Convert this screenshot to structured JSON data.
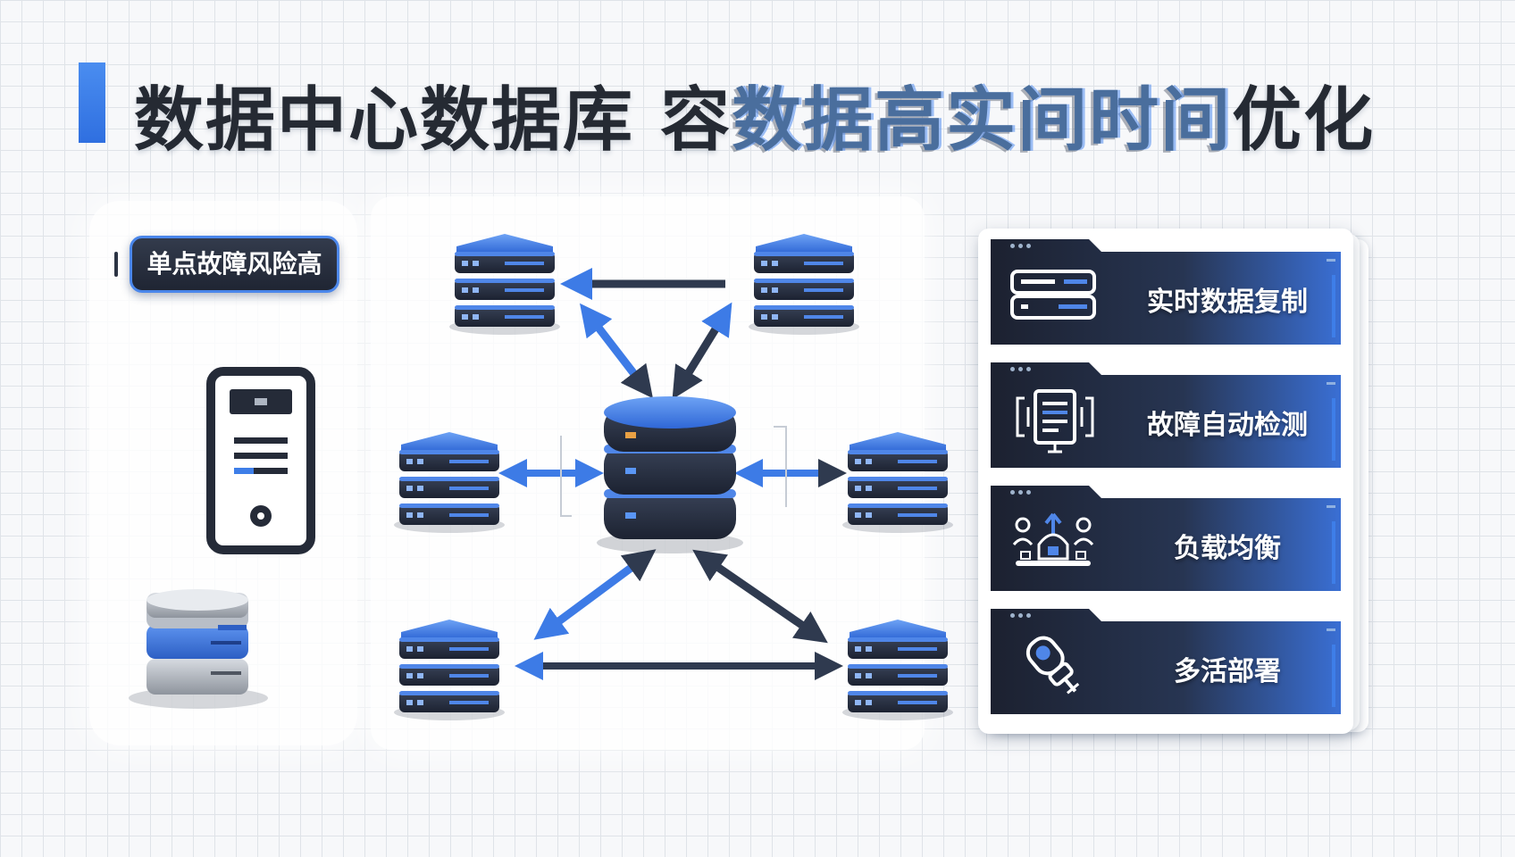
{
  "title": {
    "part1": "数据中心数据库 容",
    "part2": "数据高实间时间",
    "part3": "优化"
  },
  "risk_label": "单点故障风险高",
  "features": [
    {
      "label": "实时数据复制",
      "icon": "server-rack-icon"
    },
    {
      "label": "故障自动检测",
      "icon": "document-scan-icon"
    },
    {
      "label": "负载均衡",
      "icon": "people-balance-icon"
    },
    {
      "label": "多活部署",
      "icon": "plug-link-icon"
    }
  ],
  "colors": {
    "accent": "#3e7ee8",
    "dark": "#1f2533",
    "card_dark": "#1c2130",
    "card_blue": "#3a6fd4",
    "background": "#f7f8fa"
  }
}
